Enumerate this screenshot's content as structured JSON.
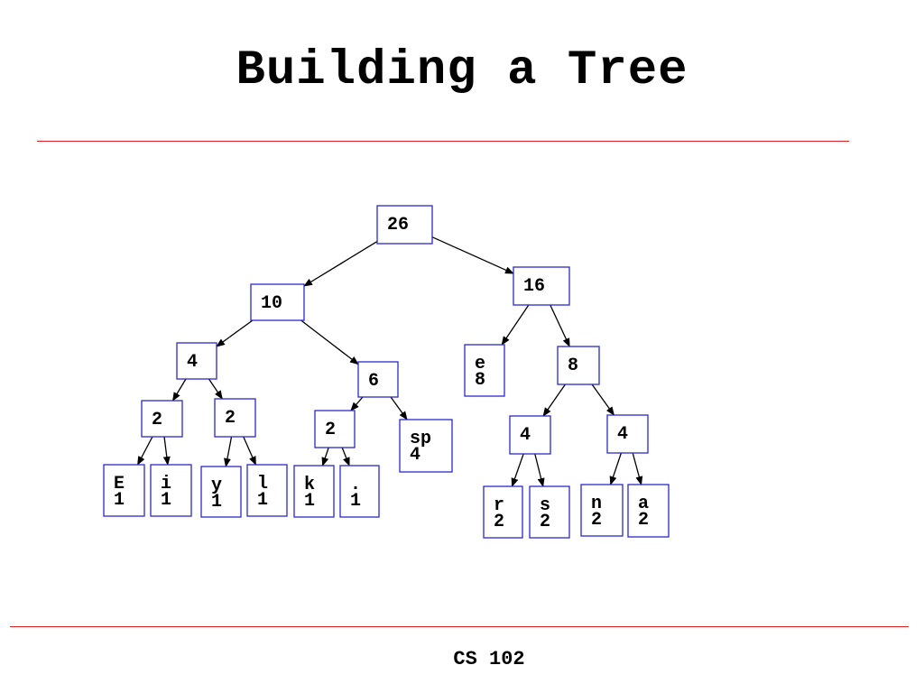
{
  "slide": {
    "title": "Building a Tree",
    "footer": "CS 102"
  },
  "colors": {
    "rule": "#e02020",
    "node_border": "#2a2ac8",
    "text": "#000000"
  },
  "tree": {
    "nodes": [
      {
        "id": "root",
        "lines": [
          "26"
        ]
      },
      {
        "id": "n10",
        "lines": [
          "10"
        ]
      },
      {
        "id": "n16",
        "lines": [
          "16"
        ]
      },
      {
        "id": "n4a",
        "lines": [
          "4"
        ]
      },
      {
        "id": "n6",
        "lines": [
          "6"
        ]
      },
      {
        "id": "e",
        "lines": [
          "e",
          "8"
        ]
      },
      {
        "id": "n8",
        "lines": [
          "8"
        ]
      },
      {
        "id": "n2a",
        "lines": [
          "2"
        ]
      },
      {
        "id": "n2b",
        "lines": [
          "2"
        ]
      },
      {
        "id": "n2c",
        "lines": [
          "2"
        ]
      },
      {
        "id": "sp",
        "lines": [
          "sp",
          "4"
        ]
      },
      {
        "id": "n4b",
        "lines": [
          "4"
        ]
      },
      {
        "id": "n4c",
        "lines": [
          "4"
        ]
      },
      {
        "id": "E",
        "lines": [
          "E",
          "1"
        ]
      },
      {
        "id": "i",
        "lines": [
          "i",
          "1"
        ]
      },
      {
        "id": "y",
        "lines": [
          "y",
          "1"
        ]
      },
      {
        "id": "l",
        "lines": [
          "l",
          "1"
        ]
      },
      {
        "id": "k",
        "lines": [
          "k",
          "1"
        ]
      },
      {
        "id": "dot",
        "lines": [
          ".",
          "1"
        ]
      },
      {
        "id": "r",
        "lines": [
          "r",
          "2"
        ]
      },
      {
        "id": "s",
        "lines": [
          "s",
          "2"
        ]
      },
      {
        "id": "n",
        "lines": [
          "n",
          "2"
        ]
      },
      {
        "id": "a",
        "lines": [
          "a",
          "2"
        ]
      }
    ],
    "edges": [
      [
        "root",
        "n10"
      ],
      [
        "root",
        "n16"
      ],
      [
        "n10",
        "n4a"
      ],
      [
        "n10",
        "n6"
      ],
      [
        "n16",
        "e"
      ],
      [
        "n16",
        "n8"
      ],
      [
        "n4a",
        "n2a"
      ],
      [
        "n4a",
        "n2b"
      ],
      [
        "n6",
        "n2c"
      ],
      [
        "n6",
        "sp"
      ],
      [
        "n8",
        "n4b"
      ],
      [
        "n8",
        "n4c"
      ],
      [
        "n2a",
        "E"
      ],
      [
        "n2a",
        "i"
      ],
      [
        "n2b",
        "y"
      ],
      [
        "n2b",
        "l"
      ],
      [
        "n2c",
        "k"
      ],
      [
        "n2c",
        "dot"
      ],
      [
        "n4b",
        "r"
      ],
      [
        "n4b",
        "s"
      ],
      [
        "n4c",
        "n"
      ],
      [
        "n4c",
        "a"
      ]
    ]
  }
}
